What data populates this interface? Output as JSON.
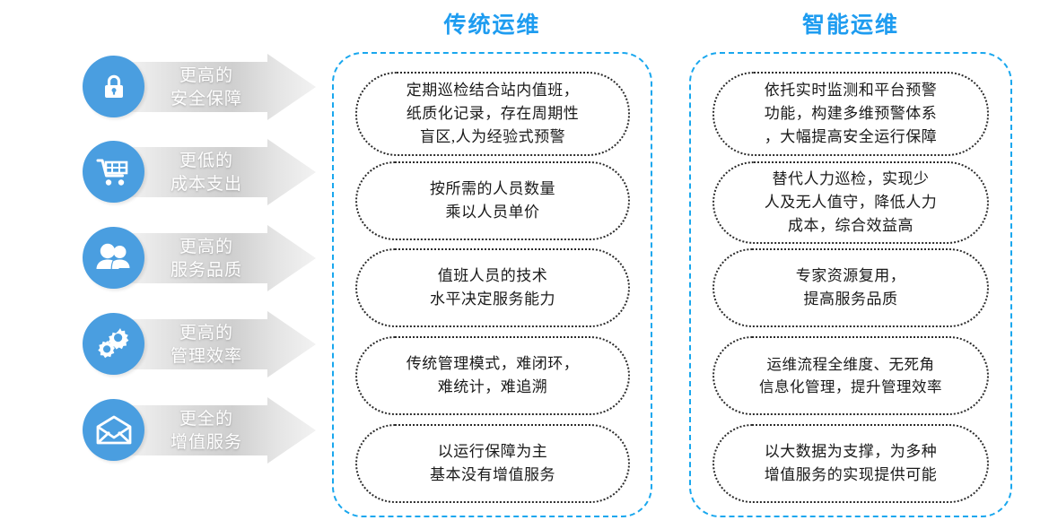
{
  "left_rail": {
    "items": [
      {
        "icon": "lock-icon",
        "label": "更高的\n安全保障"
      },
      {
        "icon": "cart-icon",
        "label": "更低的\n成本支出"
      },
      {
        "icon": "users-icon",
        "label": "更高的\n服务品质"
      },
      {
        "icon": "gears-icon",
        "label": "更高的\n管理效率"
      },
      {
        "icon": "envelope-icon",
        "label": "更全的\n增值服务"
      }
    ]
  },
  "columns": [
    {
      "title": "传统运维",
      "cards": [
        "定期巡检结合站内值班，\n纸质化记录，存在周期性\n盲区,人为经验式预警",
        "按所需的人员数量\n乘以人员单价",
        "值班人员的技术\n水平决定服务能力",
        "传统管理模式，难闭环，\n难统计，难追溯",
        "以运行保障为主\n基本没有增值服务"
      ]
    },
    {
      "title": "智能运维",
      "cards": [
        "依托实时监测和平台预警\n功能，构建多维预警体系\n，大幅提高安全运行保障",
        "替代人力巡检，实现少\n人及无人值守，降低人力\n成本，综合效益高",
        "专家资源复用，\n提高服务品质",
        "运维流程全维度、无死角\n信息化管理，提升管理效率",
        "以大数据为支撑，为多种\n增值服务的实现提供可能"
      ]
    }
  ],
  "colors": {
    "accent_blue": "#19A7EE",
    "icon_blue": "#4A9EE0",
    "card_border": "#2b2b2b",
    "arrow_gray": "#d9d9d9"
  }
}
